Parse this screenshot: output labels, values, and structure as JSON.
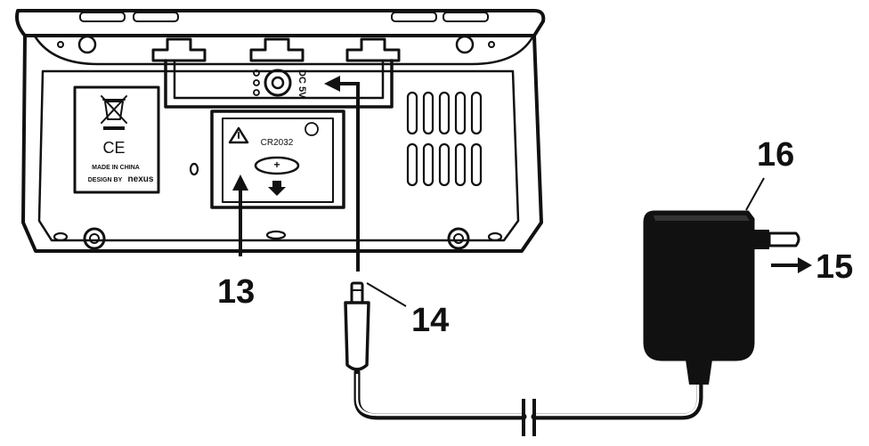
{
  "callouts": {
    "battery_compartment": "13",
    "dc_jack": "14",
    "plug_to_outlet": "15",
    "ac_adapter": "16"
  },
  "device_labels": {
    "ce_mark": "CE",
    "made_in": "MADE IN CHINA",
    "design_by": "DESIGN BY",
    "brand": "nexus",
    "battery_type": "CR2032",
    "battery_plus": "+",
    "dc_label": "DC 5V"
  }
}
